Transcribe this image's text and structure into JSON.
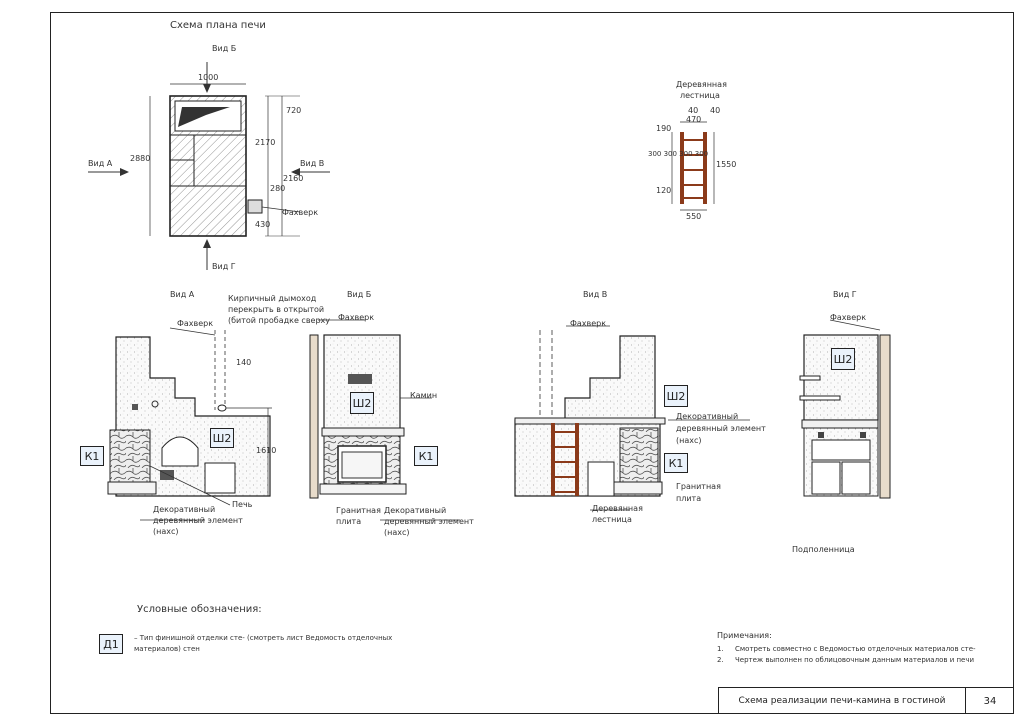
{
  "plan": {
    "title": "Схема плана печи",
    "view_b_top": "Вид Б",
    "view_a": "Вид А",
    "view_v": "Вид В",
    "view_g": "Вид Г",
    "dim_width": "1000",
    "dim_height": "2880",
    "dim_720": "720",
    "dim_2170": "2170",
    "dim_2160": "2160",
    "dim_280": "280",
    "dim_430": "430",
    "fakhverk": "Фахверк"
  },
  "ladder": {
    "title_line1": "Деревянная",
    "title_line2": "лестница",
    "dim_40a": "40",
    "dim_470": "470",
    "dim_40b": "40",
    "dim_190": "190",
    "dim_300s": "300 300 300 300",
    "dim_120": "120",
    "dim_1550": "1550",
    "dim_550": "550"
  },
  "views": {
    "a_title": "Вид А",
    "b_title": "Вид Б",
    "v_title": "Вид В",
    "g_title": "Вид Г",
    "fakhverk": "Фахверк",
    "chimney_note_1": "Кирпичный дымоход",
    "chimney_note_2": "перекрыть в открытой",
    "chimney_note_3": "(битой пробадке сверху",
    "dim_140": "140",
    "dim_1610": "1610",
    "pech": "Печь",
    "kamin": "Камин",
    "deco_1": "Декоративный",
    "deco_2": "деревянный элемент",
    "deco_3": "(нахс)",
    "granite_1": "Гранитная",
    "granite_2": "плита",
    "ladder_1": "Деревянная",
    "ladder_2": "лестница",
    "podpolenie": "Подполенница"
  },
  "tags": {
    "k1": "К1",
    "sh2": "Ш2",
    "d1": "Д1"
  },
  "legend": {
    "title": "Условные обозначения:",
    "d1_line1": "– Тип финишной отделки сте- (смотреть лист Ведомость отделочных",
    "d1_line2": "материалов) стен"
  },
  "notes": {
    "title": "Примечания:",
    "n1_num": "1.",
    "n1_text": "Смотреть совместно с Ведомостью отделочных материалов сте-",
    "n2_num": "2.",
    "n2_text": "Чертеж выполнен по облицовочным данным материалов и печи"
  },
  "stamp": {
    "title": "Схема реализации печи-камина в гостиной",
    "page": "34"
  }
}
